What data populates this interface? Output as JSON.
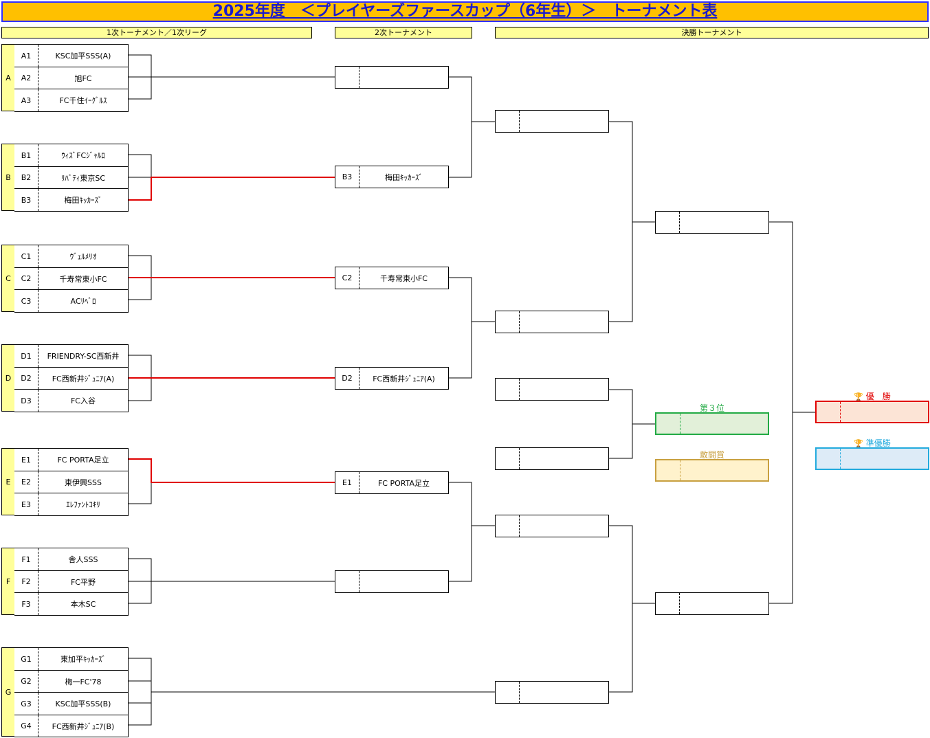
{
  "title": "2025年度　＜プレイヤーズファースカップ（6年生）＞　トーナメント表",
  "sections": {
    "first": "1次トーナメント／1次リーグ",
    "second": "2次トーナメント",
    "final": "決勝トーナメント"
  },
  "groups": [
    {
      "label": "A",
      "teams": [
        {
          "code": "A1",
          "name": "KSC加平SSS(A)"
        },
        {
          "code": "A2",
          "name": "旭FC"
        },
        {
          "code": "A3",
          "name": "FC千住ｲｰｸﾞﾙｽ"
        }
      ]
    },
    {
      "label": "B",
      "teams": [
        {
          "code": "B1",
          "name": "ｳｨｽﾞFCｼﾞｬﾙﾛ"
        },
        {
          "code": "B2",
          "name": "ﾘﾊﾞﾃｨ東京SC"
        },
        {
          "code": "B3",
          "name": "梅田ｷｯｶｰｽﾞ"
        }
      ]
    },
    {
      "label": "C",
      "teams": [
        {
          "code": "C1",
          "name": "ｳﾞｪﾙﾒﾘｵ"
        },
        {
          "code": "C2",
          "name": "千寿常東小FC"
        },
        {
          "code": "C3",
          "name": "ACﾘﾍﾞﾛ"
        }
      ]
    },
    {
      "label": "D",
      "teams": [
        {
          "code": "D1",
          "name": "FRIENDRY-SC西新井"
        },
        {
          "code": "D2",
          "name": "FC西新井ｼﾞｭﾆｱ(A)"
        },
        {
          "code": "D3",
          "name": "FC入谷"
        }
      ]
    },
    {
      "label": "E",
      "teams": [
        {
          "code": "E1",
          "name": "FC PORTA足立"
        },
        {
          "code": "E2",
          "name": "東伊興SSS"
        },
        {
          "code": "E3",
          "name": "ｴﾚﾌｧﾝﾄｺｷﾘ"
        }
      ]
    },
    {
      "label": "F",
      "teams": [
        {
          "code": "F1",
          "name": "舎人SSS"
        },
        {
          "code": "F2",
          "name": "FC平野"
        },
        {
          "code": "F3",
          "name": "本木SC"
        }
      ]
    },
    {
      "label": "G",
      "teams": [
        {
          "code": "G1",
          "name": "東加平ｷｯｶｰｽﾞ"
        },
        {
          "code": "G2",
          "name": "梅一FC'78"
        },
        {
          "code": "G3",
          "name": "KSC加平SSS(B)"
        },
        {
          "code": "G4",
          "name": "FC西新井ｼﾞｭﾆｱ(B)"
        }
      ]
    }
  ],
  "second_round": [
    {
      "code": "",
      "name": ""
    },
    {
      "code": "B3",
      "name": "梅田ｷｯｶｰｽﾞ"
    },
    {
      "code": "C2",
      "name": "千寿常東小FC"
    },
    {
      "code": "D2",
      "name": "FC西新井ｼﾞｭﾆｱ(A)"
    },
    {
      "code": "E1",
      "name": "FC PORTA足立"
    },
    {
      "code": "",
      "name": ""
    }
  ],
  "awards": {
    "third": "第３位",
    "fighting": "敢闘賞",
    "champion": "優　勝",
    "runner_up": "準優勝"
  },
  "colors": {
    "title_bg": "#ffc000",
    "section_bg": "#ffff99",
    "advance_line": "#e00000",
    "third_border": "#22aa44",
    "fighting_border": "#c8a040",
    "champion_border": "#e00000",
    "runner_up_border": "#22aadd"
  },
  "icons": {
    "trophy": "trophy-icon"
  }
}
